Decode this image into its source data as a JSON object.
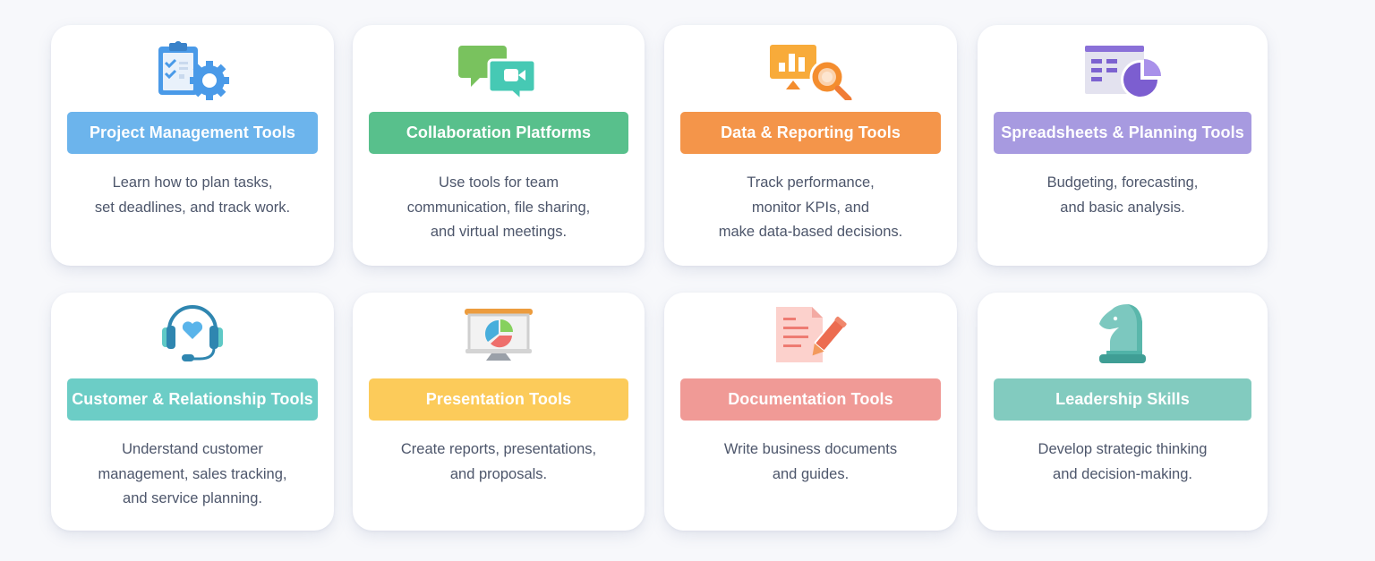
{
  "cards": [
    {
      "title": "Project Management Tools",
      "icon": "clipboard-gear-icon",
      "color": "#6cb4ec",
      "lines": [
        "Learn how to plan tasks,",
        "set deadlines, and track work."
      ]
    },
    {
      "title": "Collaboration Platforms",
      "icon": "chat-video-icon",
      "color": "#58c08c",
      "lines": [
        "Use tools for team",
        "communication, file sharing,",
        "and virtual meetings."
      ]
    },
    {
      "title": "Data & Reporting Tools",
      "icon": "chart-magnifier-icon",
      "color": "#f4954a",
      "lines": [
        "Track performance,",
        "monitor KPIs, and",
        "make data-based decisions."
      ]
    },
    {
      "title": "Spreadsheets & Planning Tools",
      "icon": "spreadsheet-pie-icon",
      "color": "#a79ae0",
      "lines": [
        "Budgeting, forecasting,",
        "and basic analysis."
      ]
    },
    {
      "title": "Customer & Relationship Tools",
      "icon": "headset-heart-icon",
      "color": "#6ccdc6",
      "lines": [
        "Understand customer",
        "management, sales tracking,",
        "and service planning."
      ]
    },
    {
      "title": "Presentation Tools",
      "icon": "presentation-board-icon",
      "color": "#fccb5a",
      "lines": [
        "Create reports, presentations,",
        "and proposals."
      ]
    },
    {
      "title": "Documentation Tools",
      "icon": "document-pencil-icon",
      "color": "#f09a96",
      "lines": [
        "Write business documents",
        "and guides."
      ]
    },
    {
      "title": "Leadership Skills",
      "icon": "chess-knight-icon",
      "color": "#82cbbf",
      "lines": [
        "Develop strategic thinking",
        "and decision-making."
      ]
    }
  ]
}
